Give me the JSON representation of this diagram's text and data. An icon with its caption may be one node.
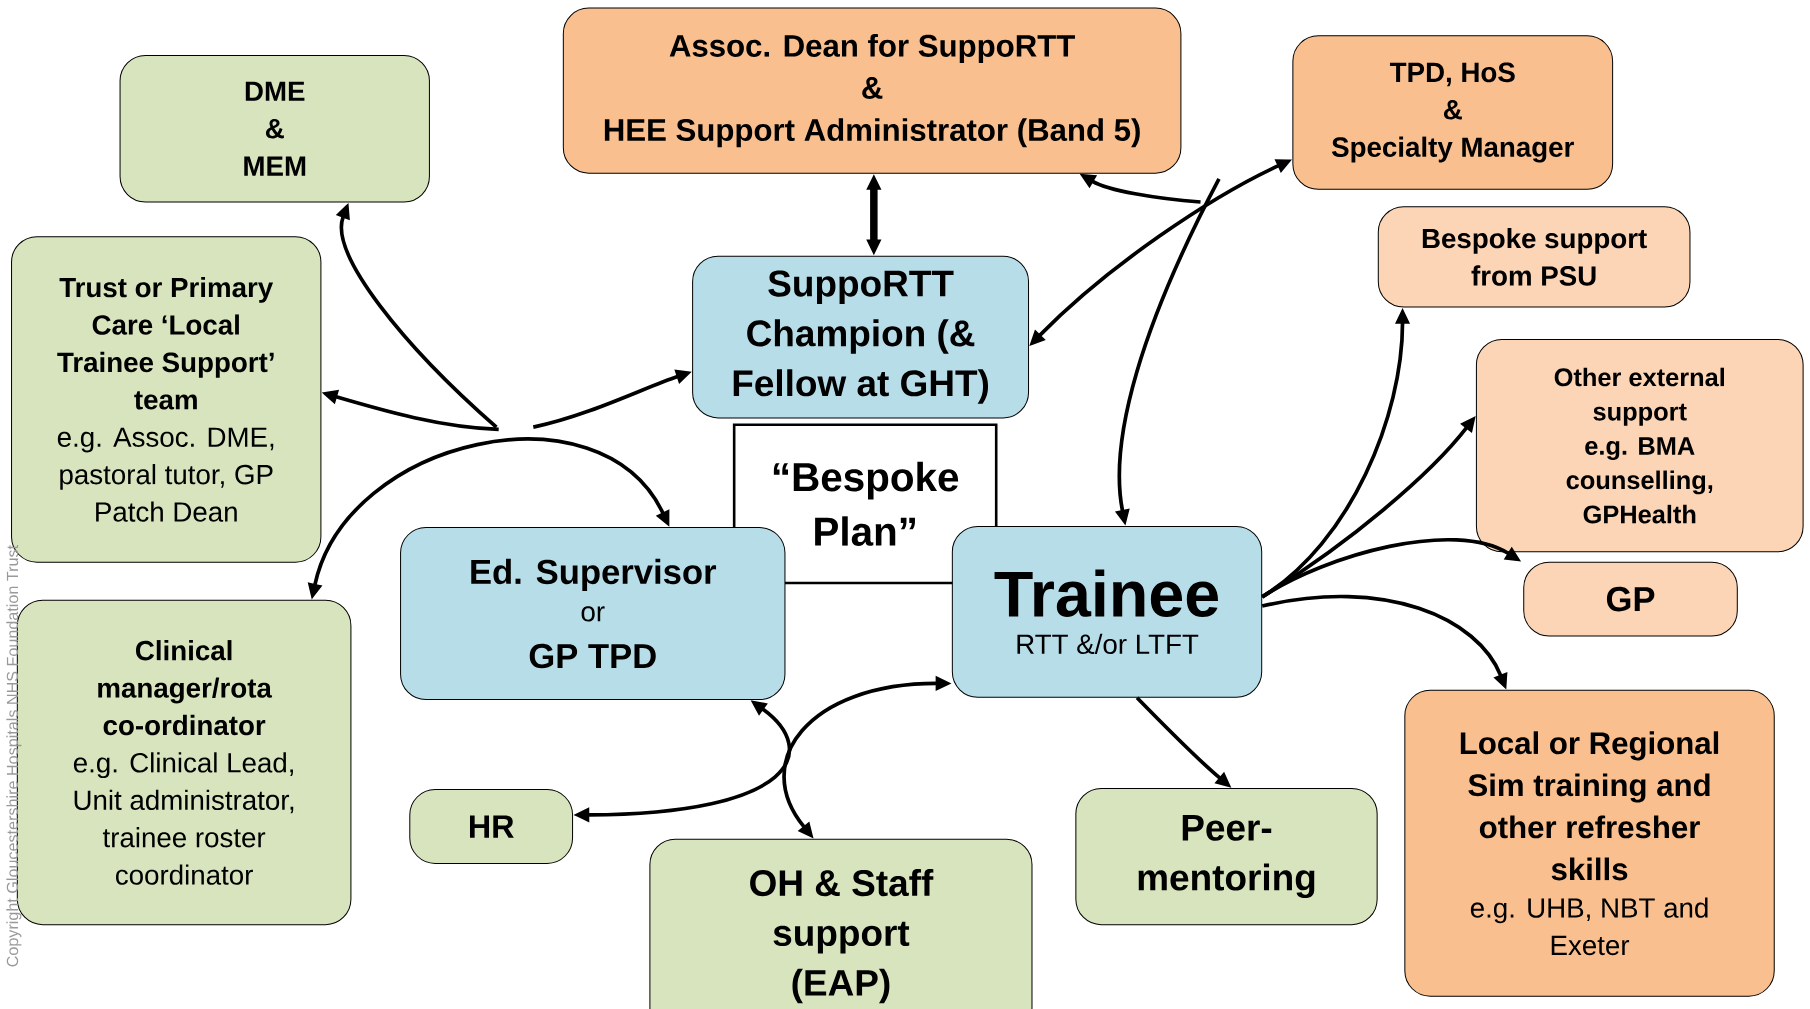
{
  "diagram": {
    "nodes": [
      {
        "text": [
          "DME",
          "&",
          "MEM"
        ]
      },
      {
        "text": [
          "Assoc. Dean for SuppoRTT",
          "&",
          "HEE Support Administrator (Band 5)"
        ]
      },
      {
        "text": [
          "TPD, HoS",
          "&",
          "Specialty Manager"
        ]
      },
      {
        "text": [
          "Trust or Primary Care ‘Local Trainee Support’ team",
          "e.g. Assoc. DME, pastoral tutor, GP Patch Dean"
        ]
      },
      {
        "text": [
          "SuppoRTT Champion (& Fellow at GHT)"
        ]
      },
      {
        "text": [
          "Bespoke support from PSU"
        ]
      },
      {
        "text": [
          "Other external support",
          "e.g. BMA counselling, GPHealth"
        ]
      },
      {
        "text": [
          "“Bespoke Plan”"
        ]
      },
      {
        "text": [
          "Ed. Supervisor",
          "or",
          "GP TPD"
        ]
      },
      {
        "text": [
          "Trainee",
          "RTT &/or LTFT"
        ]
      },
      {
        "text": [
          "GP"
        ]
      },
      {
        "text": [
          "Clinical manager/rota co-ordinator",
          "e.g. Clinical Lead, Unit administrator, trainee roster coordinator"
        ]
      },
      {
        "text": [
          "HR"
        ]
      },
      {
        "text": [
          "OH & Staff support (EAP)"
        ]
      },
      {
        "text": [
          "Peer-mentoring"
        ]
      },
      {
        "text": [
          "Local or Regional Sim training and other refresher skills",
          "e.g. UHB, NBT and Exeter"
        ]
      }
    ],
    "edges": [
      {
        "from": 1,
        "to": 4,
        "arrow": "both",
        "style": "thick"
      },
      {
        "from": 11,
        "to": 8,
        "arrow": "both"
      },
      {
        "from": null,
        "to": 0,
        "arrow": "to"
      },
      {
        "from": null,
        "to": 3,
        "arrow": "to"
      },
      {
        "from": null,
        "to": 4,
        "arrow": "to"
      },
      {
        "from": 4,
        "to": 2,
        "arrow": "both"
      },
      {
        "from": null,
        "to": 1,
        "arrow": "to"
      },
      {
        "from": null,
        "to": 9,
        "arrow": "to"
      },
      {
        "from": 9,
        "to": 5,
        "arrow": "to"
      },
      {
        "from": 9,
        "to": 6,
        "arrow": "to"
      },
      {
        "from": 9,
        "to": 10,
        "arrow": "to"
      },
      {
        "from": 9,
        "to": 15,
        "arrow": "to"
      },
      {
        "from": 9,
        "to": 14,
        "arrow": "to"
      },
      {
        "from": 8,
        "to": 12,
        "arrow": "both"
      },
      {
        "from": 13,
        "to": 9,
        "arrow": "both"
      }
    ],
    "labels": [
      "Copyright Gloucestershire Hospitals NHS Foundation Trust"
    ]
  }
}
